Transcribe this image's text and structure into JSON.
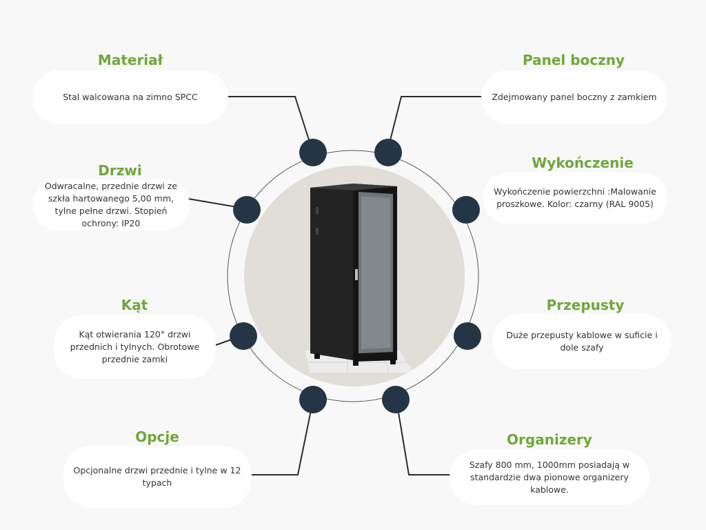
{
  "features": [
    {
      "id": "material",
      "title": "Materiał",
      "text": "Stal walcowana na zimno SPCC"
    },
    {
      "id": "side-panel",
      "title": "Panel boczny",
      "text": "Zdejmowany panel boczny z zamkiem"
    },
    {
      "id": "doors",
      "title": "Drzwi",
      "text": "Odwracalne, przednie drzwi ze szkła hartowanego 5,00 mm, tylne pełne drzwi. Stopień ochrony: IP20"
    },
    {
      "id": "finish",
      "title": "Wykończenie",
      "text": "Wykończenie powierzchni :Malowanie proszkowe. Kolor: czarny (RAL 9005)"
    },
    {
      "id": "angle",
      "title": "Kąt",
      "text": "Kąt otwierania 120° drzwi przednich i tylnych. Obrotowe przednie zamki"
    },
    {
      "id": "cable-entries",
      "title": "Przepusty",
      "text": "Duże przepusty kablowe w suficie i dole szafy"
    },
    {
      "id": "options",
      "title": "Opcje",
      "text": "Opcjonalne drzwi przednie i tylne w 12 typach"
    },
    {
      "id": "organizers",
      "title": "Organizery",
      "text": "Szafy 800 mm, 1000mm posiadają w standardzie  dwa pionowe organizery kablowe."
    }
  ],
  "colors": {
    "title_green": "#6fa73a",
    "node_navy": "#243646",
    "inner_circle": "#e1ded8",
    "background": "#f8f8f8",
    "card": "#ffffff"
  }
}
